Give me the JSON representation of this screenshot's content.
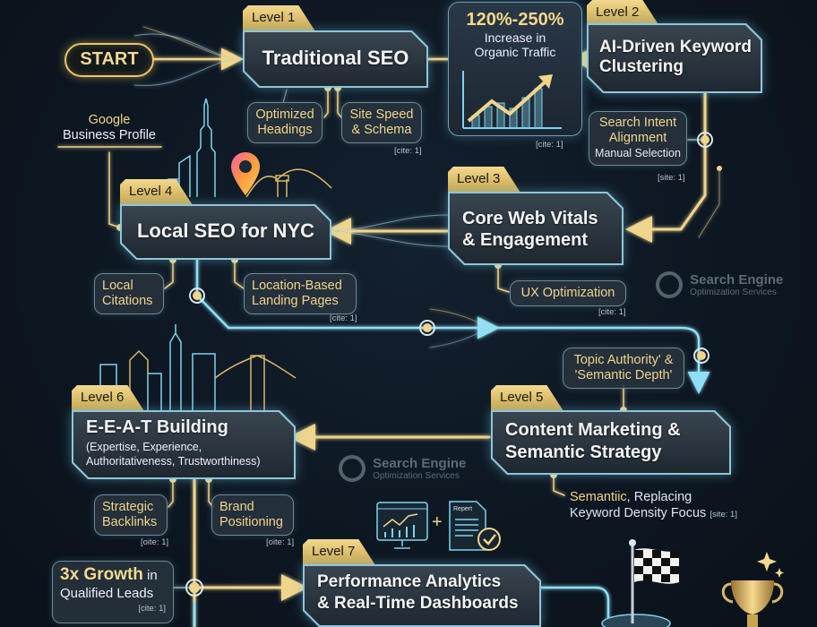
{
  "start": {
    "label": "START"
  },
  "levels": [
    {
      "tab": "Level 1",
      "title": "Traditional SEO",
      "subs": [
        {
          "label": "Optimized Headings"
        },
        {
          "label": "Site Speed & Schema"
        }
      ],
      "cite": "[cite: 1]"
    },
    {
      "tab": "Level 2",
      "title_line1": "AI-Driven Keyword",
      "title_line2": "Clustering",
      "subs": [
        {
          "line1": "Search Intent",
          "line2": "Alignment",
          "line3": "Manual Selection"
        }
      ],
      "cite": "[site: 1]"
    },
    {
      "tab": "Level 3",
      "title_line1": "Core Web Vitals",
      "title_line2": "& Engagement",
      "subs": [
        {
          "label": "UX Optimization"
        }
      ],
      "cite": "[cite: 1]"
    },
    {
      "tab": "Level 4",
      "title": "Local SEO for NYC",
      "subs": [
        {
          "line1": "Google",
          "line2": "Business Profile"
        },
        {
          "line1": "Local",
          "line2": "Citations"
        },
        {
          "line1": "Location-Based",
          "line2": "Landing Pages"
        }
      ],
      "cite": "[cite: 1]"
    },
    {
      "tab": "Level 5",
      "title_line1": "Content Marketing &",
      "title_line2": "Semantic Strategy",
      "subs": [
        {
          "line1": "Topic Authority' &",
          "line2": "'Semantic Depth'"
        },
        {
          "gold": "Semantiic",
          "rest1": ", Replacing",
          "line2": "Keyword Density Focus"
        }
      ],
      "cite": "[site: 1]"
    },
    {
      "tab": "Level 6",
      "title": "E-E-A-T Building",
      "subtitle_line1": "(Expertise, Experience,",
      "subtitle_line2": "Authoritativeness, Trustworthiness)",
      "subs": [
        {
          "line1": "Strategic",
          "line2": "Backlinks",
          "cite": "[oite: 1]"
        },
        {
          "line1": "Brand",
          "line2": "Positioning",
          "cite": "[oite: 1]"
        }
      ]
    },
    {
      "tab": "Level 7",
      "title_line1": "Performance Analytics",
      "title_line2": "& Real-Time Dashboards",
      "icons": {
        "report_label": "Repert",
        "plus": "+"
      }
    }
  ],
  "stat_traffic": {
    "value": "120%-250%",
    "line1": "Increase in",
    "line2": "Organic Traffic",
    "cite": "[cite: 1]"
  },
  "stat_leads": {
    "value": "3x Growth",
    "suffix": " in",
    "line2": "Qualified Leads",
    "cite": "[cite: 1]"
  },
  "watermark": {
    "line1": "Search Engine",
    "line2": "Optimization Services"
  },
  "icons": [
    "start-flow-icon",
    "traffic-chart-icon",
    "nyc-skyline-icon",
    "map-pin-icon",
    "bridge-icon",
    "dashboard-monitor-icon",
    "report-check-icon",
    "checkered-flag-icon",
    "trophy-icon",
    "search-engine-logo-icon"
  ],
  "colors": {
    "background": "#0d1722",
    "gold": "#f0d58c",
    "gold_line": "#e9c66a",
    "cyan_line": "#7fd3ef",
    "box_border": "#8ec6d8",
    "tab_gold": "#e3c374"
  }
}
